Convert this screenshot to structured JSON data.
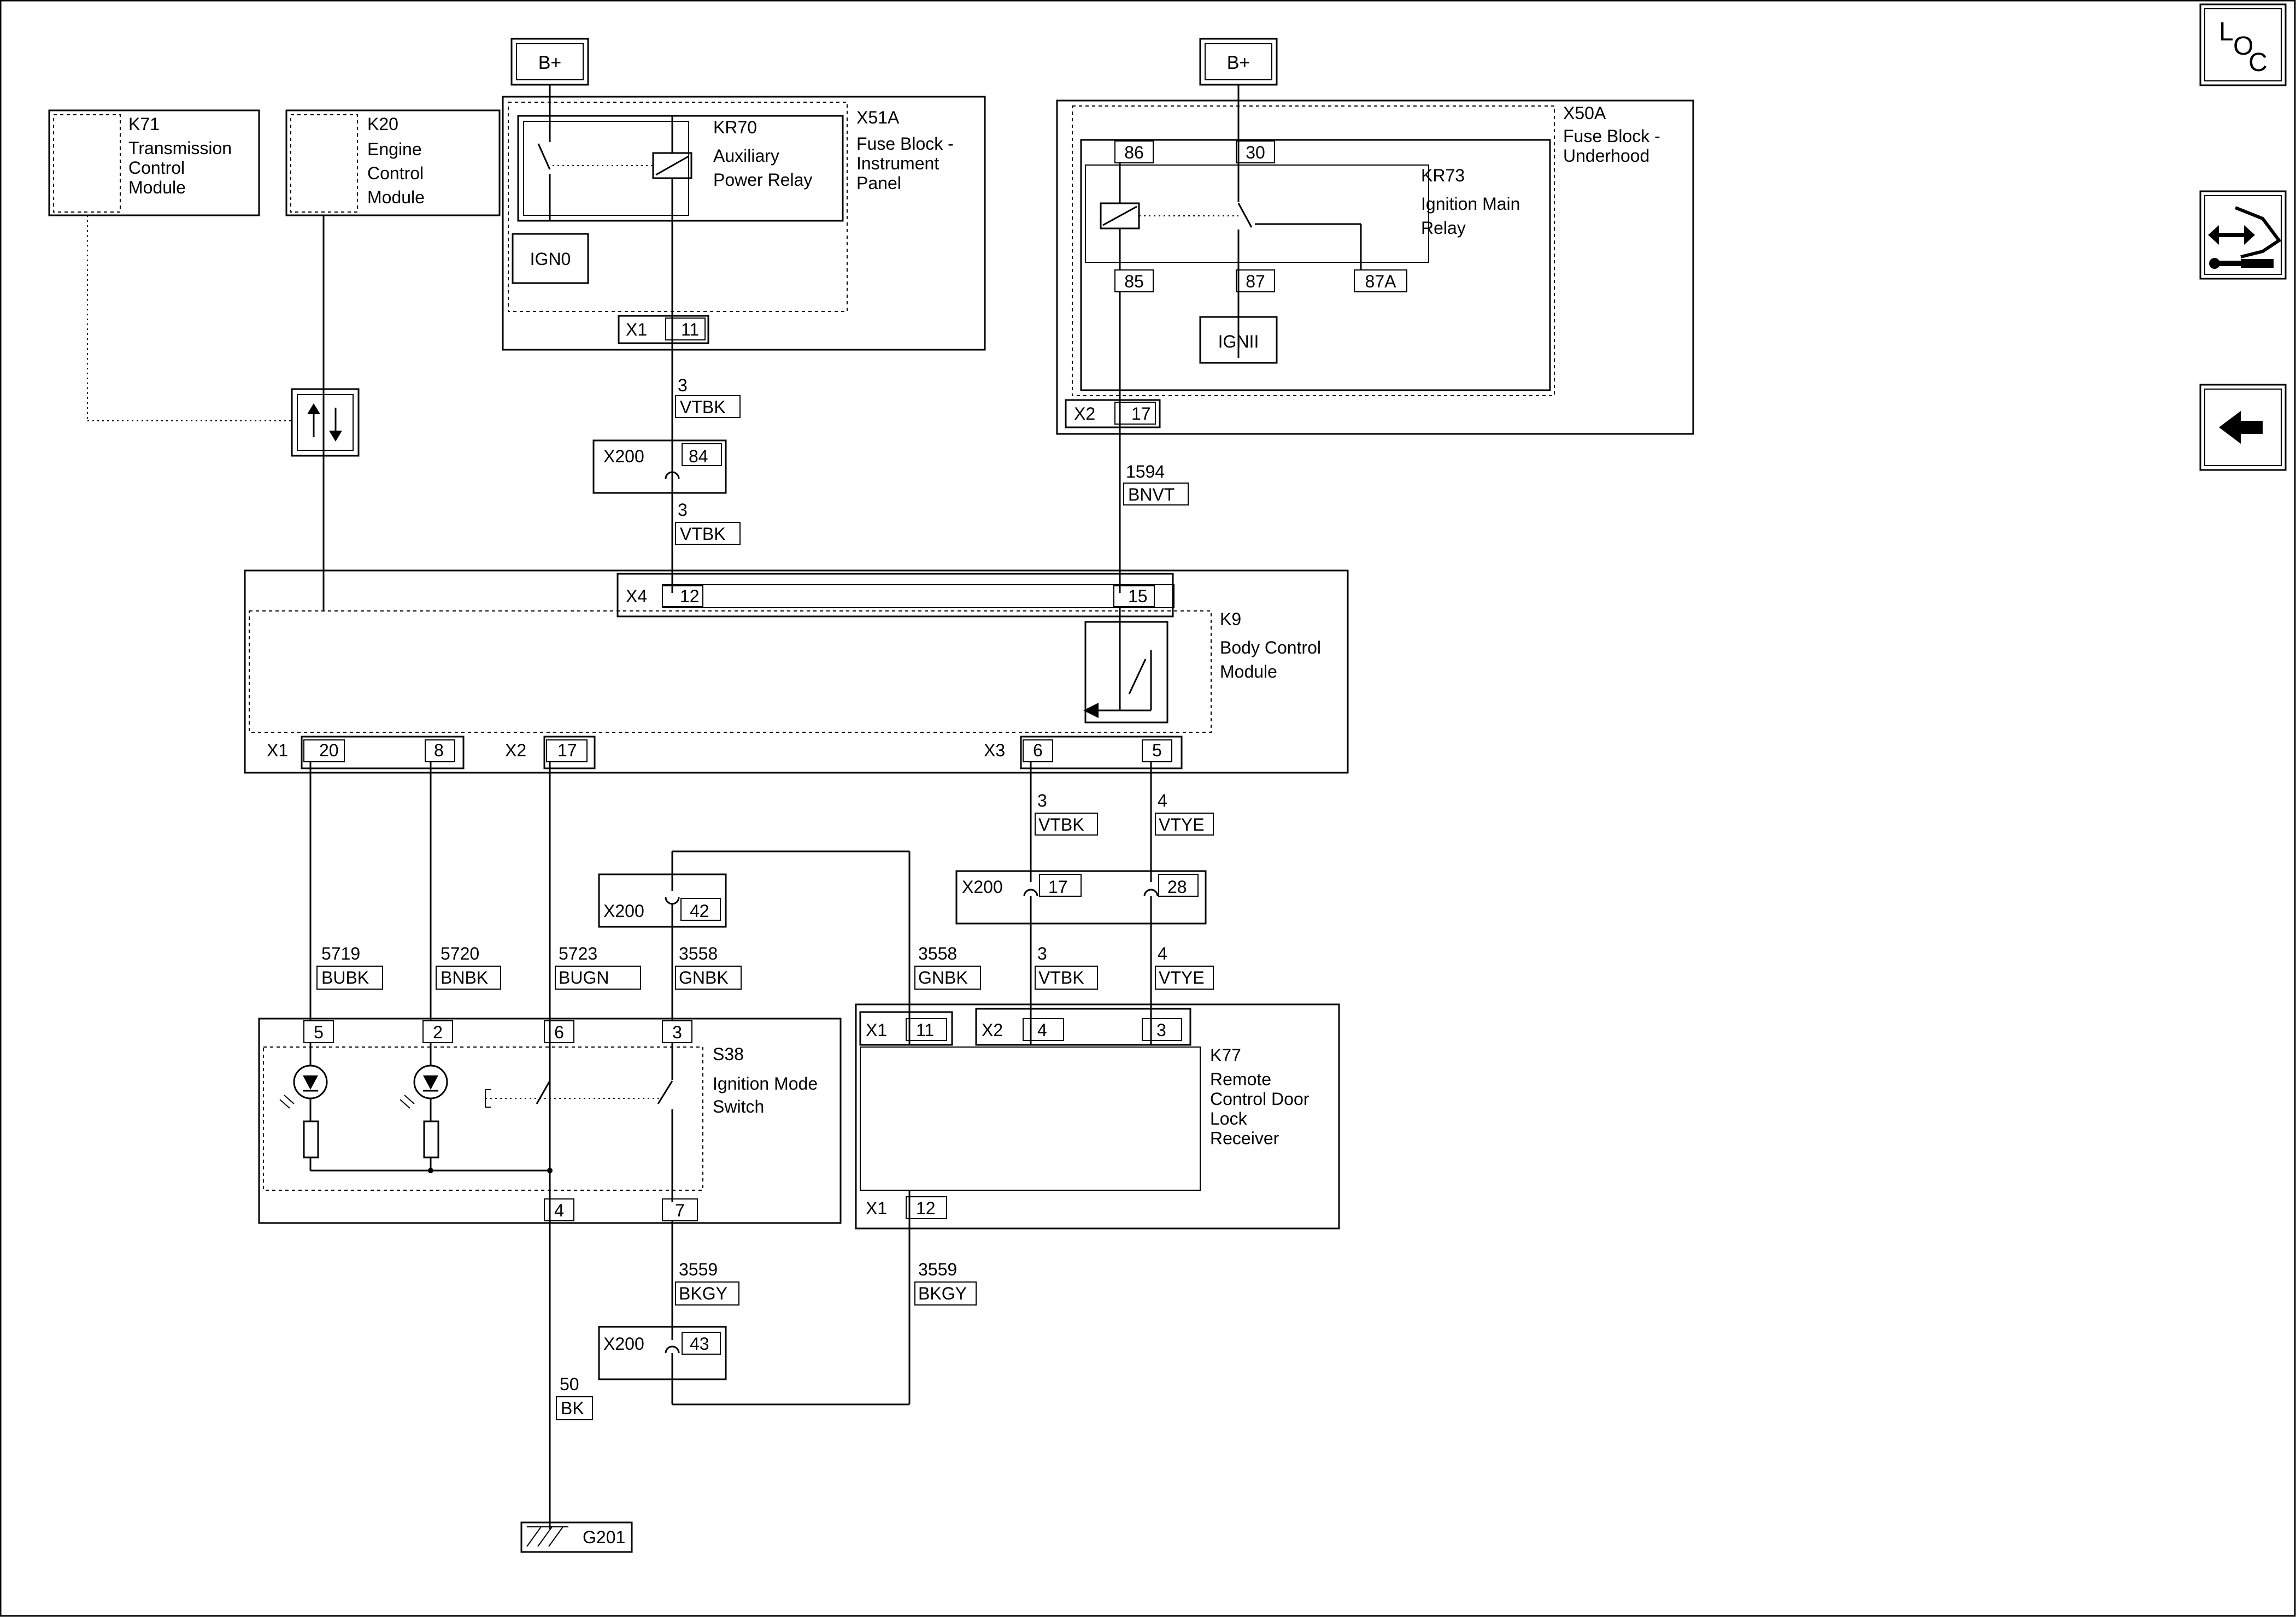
{
  "components": {
    "b_plus_left": "B+",
    "b_plus_right": "B+",
    "k71": {
      "id": "K71",
      "name": [
        "Transmission",
        "Control",
        "Module"
      ]
    },
    "k20": {
      "id": "K20",
      "name": [
        "Engine",
        "Control",
        "Module"
      ]
    },
    "kr70": {
      "id": "KR70",
      "name": [
        "Auxiliary",
        "Power Relay"
      ]
    },
    "x51a": {
      "id": "X51A",
      "name": [
        "Fuse Block -",
        "Instrument",
        "Panel"
      ]
    },
    "ign0": "IGN0",
    "x50a": {
      "id": "X50A",
      "name": [
        "Fuse Block -",
        "Underhood"
      ]
    },
    "kr73": {
      "id": "KR73",
      "name": [
        "Ignition Main",
        "Relay"
      ]
    },
    "ign2": "IGNII",
    "k9": {
      "id": "K9",
      "name": [
        "Body Control",
        "Module"
      ]
    },
    "s38": {
      "id": "S38",
      "name": [
        "Ignition Mode",
        "Switch"
      ]
    },
    "k77": {
      "id": "K77",
      "name": [
        "Remote",
        "Control Door",
        "Lock",
        "Receiver"
      ]
    },
    "ground": "G201"
  },
  "connectors": {
    "x51a_out": {
      "label": "X1",
      "pin": "11"
    },
    "x50a_out": {
      "label": "X2",
      "pin": "17"
    },
    "kr73_pins": [
      "86",
      "30",
      "85",
      "87",
      "87A"
    ],
    "x200_84": {
      "label": "X200",
      "pin": "84"
    },
    "k9_x4": {
      "label": "X4",
      "pins": [
        "12",
        "15"
      ]
    },
    "k9_x1": {
      "label": "X1",
      "pins": [
        "20",
        "8"
      ]
    },
    "k9_x2": {
      "label": "X2",
      "pins": [
        "17"
      ]
    },
    "k9_x3": {
      "label": "X3",
      "pins": [
        "6",
        "5"
      ]
    },
    "x200_42": {
      "label": "X200",
      "pin": "42"
    },
    "x200_17_28": {
      "label": "X200",
      "pins": [
        "17",
        "28"
      ]
    },
    "s38_top": [
      "5",
      "2",
      "6",
      "3"
    ],
    "s38_bottom": [
      "4",
      "7"
    ],
    "k77_x1_top": {
      "label": "X1",
      "pin": "11"
    },
    "k77_x2": {
      "label": "X2",
      "pins": [
        "4",
        "3"
      ]
    },
    "k77_x1_bottom": {
      "label": "X1",
      "pin": "12"
    },
    "x200_43": {
      "label": "X200",
      "pin": "43"
    }
  },
  "wires": {
    "w3_a": {
      "circuit": "3",
      "color": "VTBK"
    },
    "w3_b": {
      "circuit": "3",
      "color": "VTBK"
    },
    "w1594": {
      "circuit": "1594",
      "color": "BNVT"
    },
    "w3_c": {
      "circuit": "3",
      "color": "VTBK"
    },
    "w4_a": {
      "circuit": "4",
      "color": "VTYE"
    },
    "w5719": {
      "circuit": "5719",
      "color": "BUBK"
    },
    "w5720": {
      "circuit": "5720",
      "color": "BNBK"
    },
    "w5723": {
      "circuit": "5723",
      "color": "BUGN"
    },
    "w3558_a": {
      "circuit": "3558",
      "color": "GNBK"
    },
    "w3558_b": {
      "circuit": "3558",
      "color": "GNBK"
    },
    "w3_d": {
      "circuit": "3",
      "color": "VTBK"
    },
    "w4_b": {
      "circuit": "4",
      "color": "VTYE"
    },
    "w3559_a": {
      "circuit": "3559",
      "color": "BKGY"
    },
    "w3559_b": {
      "circuit": "3559",
      "color": "BKGY"
    },
    "w50": {
      "circuit": "50",
      "color": "BK"
    }
  },
  "nav": {
    "loc_letters": [
      "L",
      "O",
      "C"
    ],
    "icons": [
      "connector-view-icon",
      "back-arrow-icon"
    ]
  }
}
